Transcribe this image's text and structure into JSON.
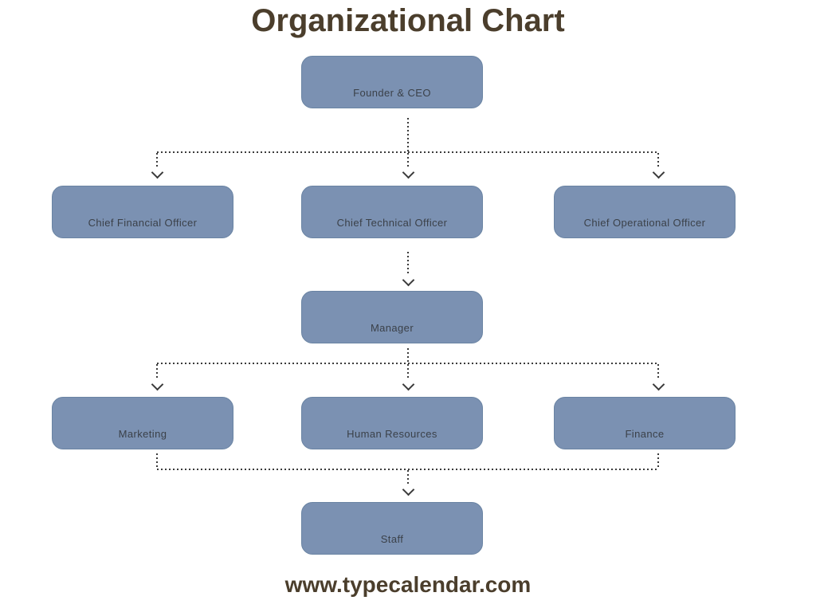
{
  "title": "Organizational Chart",
  "footer": "www.typecalendar.com",
  "colors": {
    "box_fill": "#7b91b2",
    "box_border": "#6a84a3",
    "box_text": "#3b4149",
    "title_text": "#4b3e2c",
    "connector": "#3b3b3b",
    "bg": "#ffffff"
  },
  "diagram": {
    "type": "org-chart",
    "connector_style": "dotted-arrow"
  },
  "nodes": [
    {
      "id": "ceo",
      "label": "Founder & CEO"
    },
    {
      "id": "cfo",
      "label": "Chief Financial Officer"
    },
    {
      "id": "cto",
      "label": "Chief Technical Officer"
    },
    {
      "id": "coo",
      "label": "Chief Operational Officer"
    },
    {
      "id": "manager",
      "label": "Manager"
    },
    {
      "id": "marketing",
      "label": "Marketing"
    },
    {
      "id": "hr",
      "label": "Human Resources"
    },
    {
      "id": "finance",
      "label": "Finance"
    },
    {
      "id": "staff",
      "label": "Staff"
    }
  ],
  "edges": [
    {
      "from": "ceo",
      "to": "cfo"
    },
    {
      "from": "ceo",
      "to": "cto"
    },
    {
      "from": "ceo",
      "to": "coo"
    },
    {
      "from": "cto",
      "to": "manager"
    },
    {
      "from": "manager",
      "to": "marketing"
    },
    {
      "from": "manager",
      "to": "hr"
    },
    {
      "from": "manager",
      "to": "finance"
    },
    {
      "from": "marketing",
      "to": "staff"
    },
    {
      "from": "finance",
      "to": "staff"
    }
  ]
}
